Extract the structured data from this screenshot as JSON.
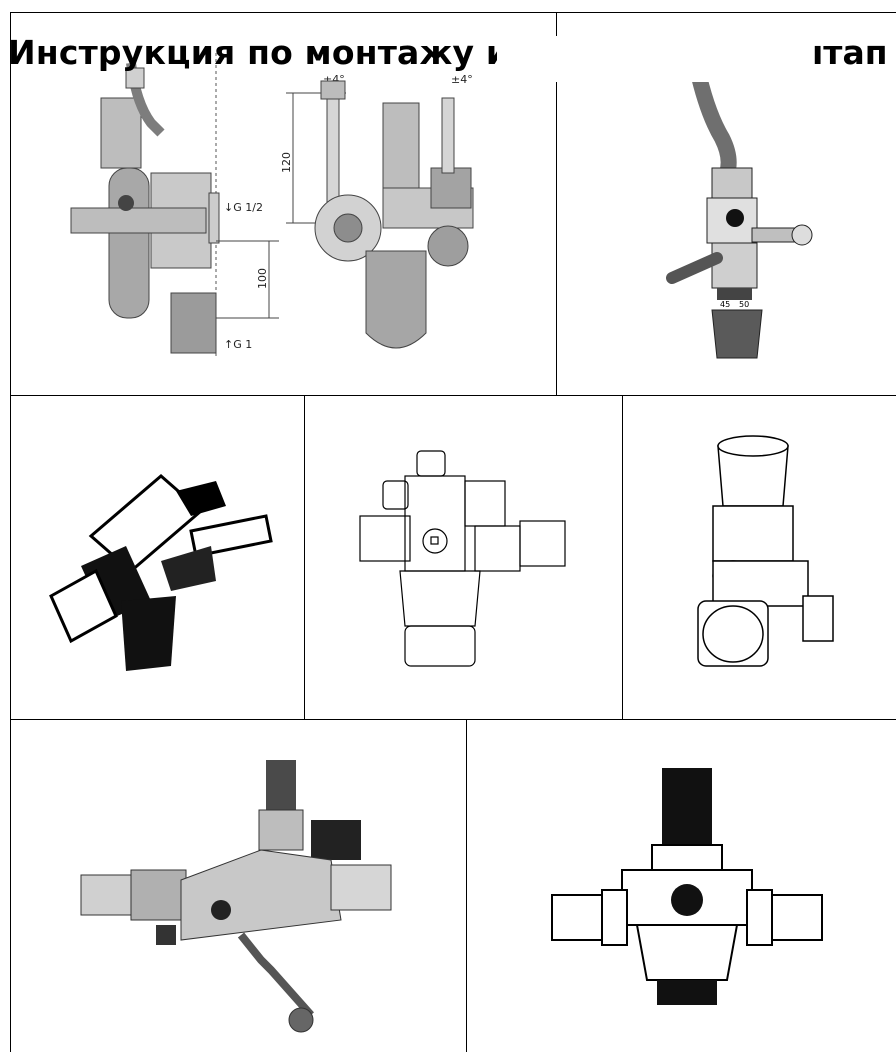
{
  "document": {
    "title": "Инструкция по монтажу и эксплуатации",
    "title_tail": "ıтап"
  },
  "drawing1": {
    "dim_g12": "↓G 1/2",
    "dim_g1": "↑G 1",
    "dim_120": "120",
    "dim_100": "100",
    "dim_angle_left": "±4°",
    "dim_angle_right": "±4°"
  },
  "regulator_scale": {
    "mark_left": "45",
    "mark_right": "50"
  },
  "colors": {
    "line": "#000000",
    "metal_light": "#d9d9d9",
    "metal_mid": "#a9a9a9",
    "metal_dark": "#555555"
  }
}
